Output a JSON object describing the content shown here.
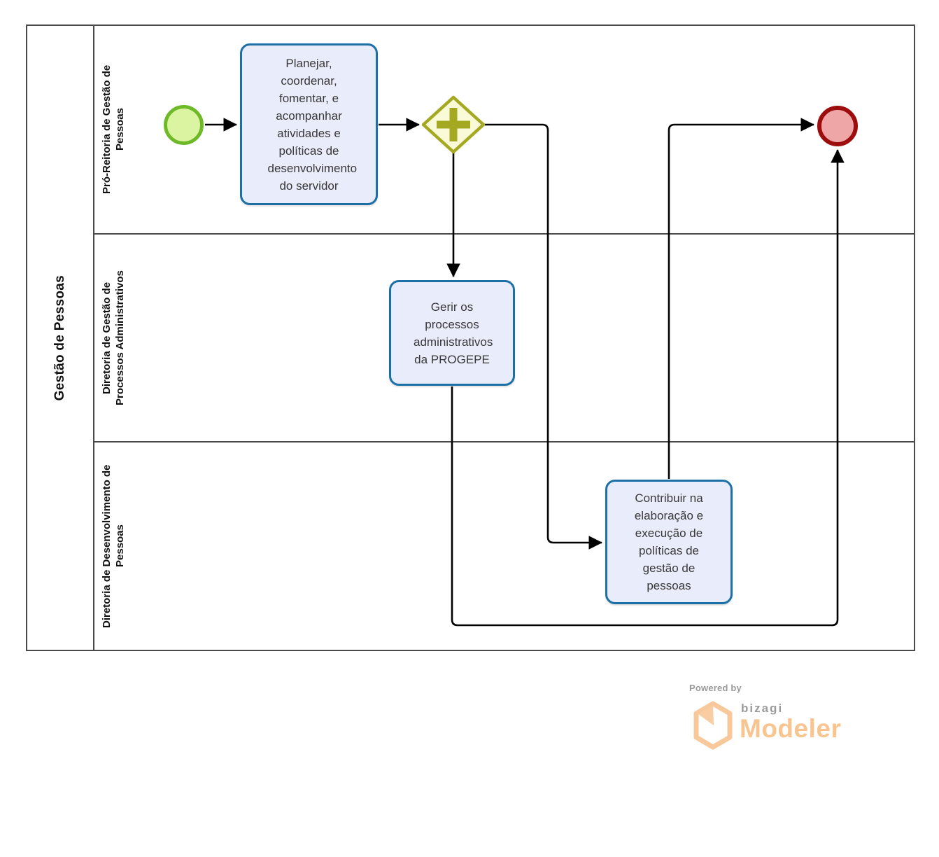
{
  "pool": {
    "title": "Gestão de Pessoas",
    "lanes": [
      {
        "label": "Pró-Reitoria de Gestão de Pessoas"
      },
      {
        "label": "Diretoria de Gestão de Processos Administrativos"
      },
      {
        "label": "Diretoria de Desenvolvimento de Pessoas"
      }
    ]
  },
  "nodes": {
    "start_event": {
      "type": "start-event",
      "lane": "Pró-Reitoria de Gestão de Pessoas"
    },
    "task_planejar": {
      "type": "task",
      "lane": "Pró-Reitoria de Gestão de Pessoas",
      "label": "Planejar, coordenar, fomentar, e acompanhar atividades e políticas de desenvolvimento do servidor"
    },
    "gateway_parallel": {
      "type": "parallel-gateway",
      "lane": "Pró-Reitoria de Gestão de Pessoas"
    },
    "task_gerir": {
      "type": "task",
      "lane": "Diretoria de Gestão de Processos Administrativos",
      "label": "Gerir os processos administrativos da PROGEPE"
    },
    "task_contribuir": {
      "type": "task",
      "lane": "Diretoria de Desenvolvimento de Pessoas",
      "label": "Contribuir na elaboração e execução de políticas de gestão de pessoas"
    },
    "end_event": {
      "type": "end-event",
      "lane": "Pró-Reitoria de Gestão de Pessoas"
    }
  },
  "flows": [
    {
      "from": "start_event",
      "to": "task_planejar"
    },
    {
      "from": "task_planejar",
      "to": "gateway_parallel"
    },
    {
      "from": "gateway_parallel",
      "to": "task_gerir"
    },
    {
      "from": "gateway_parallel",
      "to": "task_contribuir"
    },
    {
      "from": "task_gerir",
      "to": "end_event"
    },
    {
      "from": "task_contribuir",
      "to": "end_event"
    }
  ],
  "colors": {
    "task_border": "#1c70a6",
    "task_fill": "#e9ecfb",
    "start_border": "#6eb928",
    "start_fill": "#dbf4a1",
    "end_border": "#9d0d0d",
    "end_fill": "#efa6a6",
    "gateway_border": "#a4a921",
    "gateway_fill": "#fafad8",
    "pool_border": "#4a4a4a",
    "flow_line": "#000000",
    "logo_orange": "#f8c48f",
    "logo_gray": "#9b9b9b"
  },
  "footer": {
    "powered_by": "Powered by",
    "brand": "bizagi",
    "product": "Modeler"
  }
}
